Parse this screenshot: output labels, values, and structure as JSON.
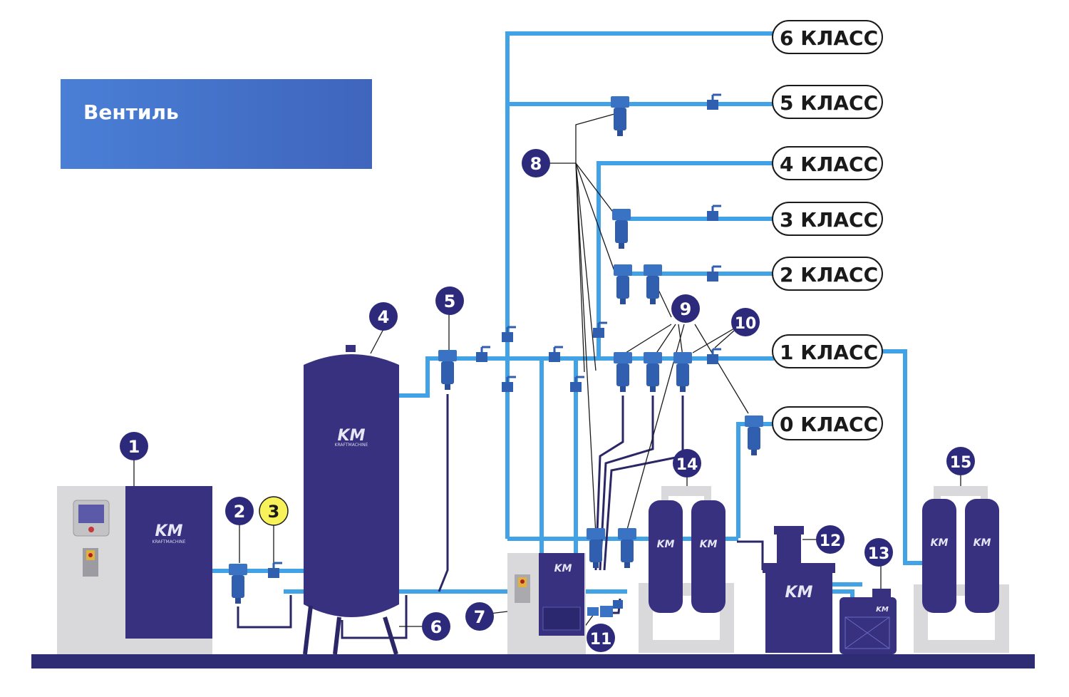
{
  "title": "Вентиль",
  "colors": {
    "pipe": "#41a2e6",
    "equipment": "#373180",
    "equipment_dark": "#2b2766",
    "marker_bg": "#2d2a7b",
    "marker_highlight": "#f8f25a",
    "panel_grey": "#d9d9db",
    "floor": "#2e2d73"
  },
  "classes": [
    {
      "label": "6 КЛАСС"
    },
    {
      "label": "5 КЛАСС"
    },
    {
      "label": "4 КЛАСС"
    },
    {
      "label": "3 КЛАСС"
    },
    {
      "label": "2 КЛАСС"
    },
    {
      "label": "1 КЛАСС"
    },
    {
      "label": "0 КЛАСС"
    }
  ],
  "markers": [
    {
      "num": "1",
      "highlight": false
    },
    {
      "num": "2",
      "highlight": false
    },
    {
      "num": "3",
      "highlight": true
    },
    {
      "num": "4",
      "highlight": false
    },
    {
      "num": "5",
      "highlight": false
    },
    {
      "num": "6",
      "highlight": false
    },
    {
      "num": "7",
      "highlight": false
    },
    {
      "num": "8",
      "highlight": false
    },
    {
      "num": "9",
      "highlight": false
    },
    {
      "num": "10",
      "highlight": false
    },
    {
      "num": "11",
      "highlight": false
    },
    {
      "num": "12",
      "highlight": false
    },
    {
      "num": "13",
      "highlight": false
    },
    {
      "num": "14",
      "highlight": false
    },
    {
      "num": "15",
      "highlight": false
    }
  ],
  "brand": {
    "logo": "KM",
    "sub": "KRAFTMACHINE"
  }
}
